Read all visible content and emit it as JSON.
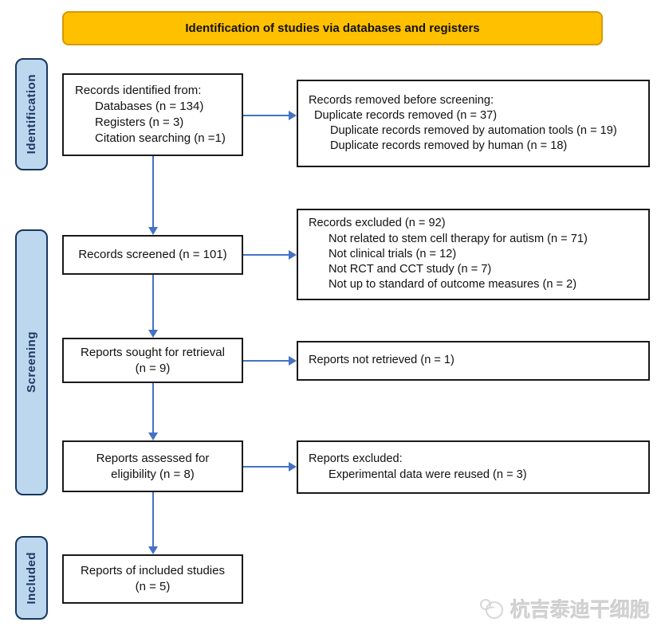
{
  "banner": {
    "title": "Identification of studies via databases and registers"
  },
  "stages": [
    {
      "label": "Identification"
    },
    {
      "label": "Screening"
    },
    {
      "label": "Included"
    }
  ],
  "boxes": {
    "identified": {
      "lines": [
        {
          "text": "Records identified from:",
          "indent": 0
        },
        {
          "text": "Databases (n = 134)",
          "indent": 2
        },
        {
          "text": "Registers (n = 3)",
          "indent": 2
        },
        {
          "text": "Citation searching (n =1)",
          "indent": 2
        }
      ]
    },
    "removed_before_screening": {
      "lines": [
        {
          "text": "Records removed before screening:",
          "indent": 0
        },
        {
          "text": "Duplicate records removed (n = 37)",
          "indent": 1
        },
        {
          "text": "Duplicate records removed by automation tools (n = 19)",
          "indent": 3
        },
        {
          "text": "Duplicate records removed by human (n = 18)",
          "indent": 3
        }
      ]
    },
    "screened": {
      "lines": [
        {
          "text": "Records screened (n = 101)",
          "indent": 0
        }
      ]
    },
    "records_excluded": {
      "lines": [
        {
          "text": "Records excluded (n = 92)",
          "indent": 0
        },
        {
          "text": "Not related to stem cell therapy for autism (n = 71)",
          "indent": 2
        },
        {
          "text": "Not clinical trials (n = 12)",
          "indent": 2
        },
        {
          "text": "Not RCT and CCT study (n = 7)",
          "indent": 2
        },
        {
          "text": "Not up to standard of outcome measures (n = 2)",
          "indent": 2
        }
      ]
    },
    "sought_retrieval": {
      "lines": [
        {
          "text": "Reports sought for retrieval",
          "indent": 0
        },
        {
          "text": "(n = 9)",
          "indent": 0
        }
      ]
    },
    "not_retrieved": {
      "lines": [
        {
          "text": "Reports not retrieved (n = 1)",
          "indent": 0
        }
      ]
    },
    "assessed_eligibility": {
      "lines": [
        {
          "text": "Reports assessed for",
          "indent": 0
        },
        {
          "text": "eligibility (n = 8)",
          "indent": 0
        }
      ]
    },
    "reports_excluded": {
      "lines": [
        {
          "text": "Reports excluded:",
          "indent": 0
        },
        {
          "text": "Experimental data were reused (n = 3)",
          "indent": 2
        }
      ]
    },
    "included_studies": {
      "lines": [
        {
          "text": "Reports of included studies",
          "indent": 0
        },
        {
          "text": "(n = 5)",
          "indent": 0
        }
      ]
    }
  },
  "watermark": {
    "text": "杭吉泰迪干细胞",
    "logo": "bear-logo-icon"
  },
  "colors": {
    "banner_fill": "#FFC000",
    "banner_border": "#D99800",
    "stage_fill": "#BDD7EE",
    "stage_border": "#17375E",
    "stage_text": "#1F3864",
    "arrow": "#4472C4",
    "box_border": "#1a1a1a"
  }
}
